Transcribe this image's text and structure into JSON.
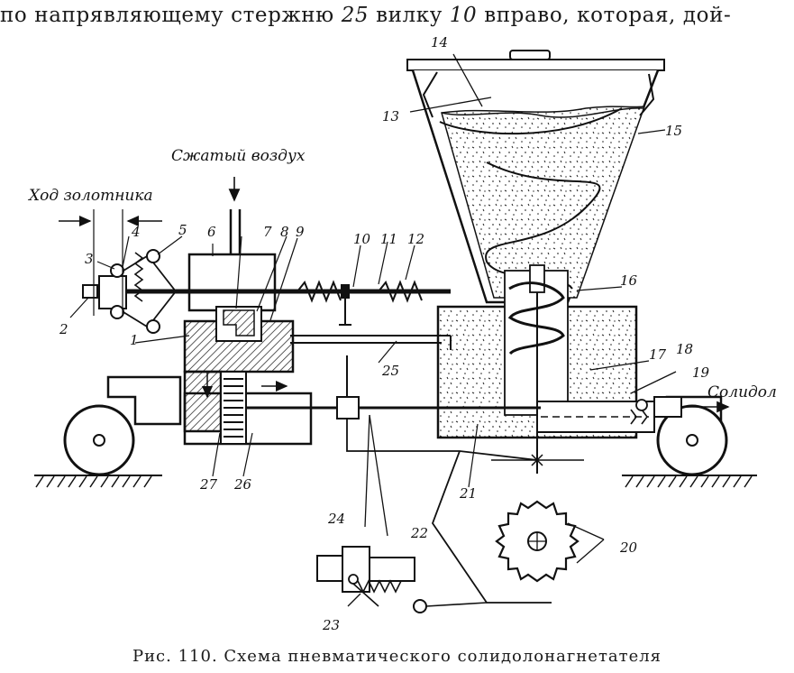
{
  "text": {
    "top_line_a": "по напрявляющему стержню",
    "top_line_num1": "25",
    "top_line_b": "вилку",
    "top_line_num2": "10",
    "top_line_c": "вправо, которая, дой-",
    "caption": "Рис. 110. Схема пневматического солидолонагнетателя"
  },
  "labels": {
    "compressed_air": "Сжатый воздух",
    "spool_stroke": "Ход золотника",
    "grease": "Солидол",
    "n1": "1",
    "n2": "2",
    "n3": "3",
    "n4": "4",
    "n5": "5",
    "n6": "6",
    "n7": "7",
    "n8": "8",
    "n9": "9",
    "n10": "10",
    "n11": "11",
    "n12": "12",
    "n13": "13",
    "n14": "14",
    "n15": "15",
    "n16": "16",
    "n17": "17",
    "n18": "18",
    "n19": "19",
    "n20": "20",
    "n21": "21",
    "n22": "22",
    "n23": "23",
    "n24": "24",
    "n25": "25",
    "n26": "26",
    "n27": "27"
  },
  "colors": {
    "ink": "#111111",
    "paper": "#ffffff"
  }
}
